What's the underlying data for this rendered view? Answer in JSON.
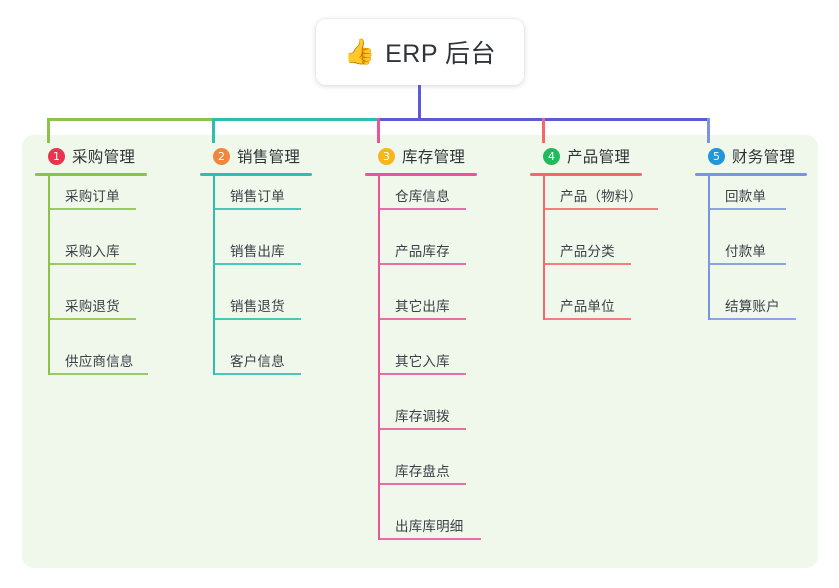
{
  "root": {
    "icon": "thumbs-up-icon",
    "icon_glyph": "👍",
    "title": "ERP 后台",
    "trunk_color": "#5b5bd6"
  },
  "panel": {
    "background": "#f0f8ec"
  },
  "columns": [
    {
      "index": "1",
      "badge_color": "#e8344e",
      "line_color": "#8bc34a",
      "title": "采购管理",
      "items": [
        {
          "label": "采购订单",
          "rule_width": 88
        },
        {
          "label": "采购入库",
          "rule_width": 88
        },
        {
          "label": "采购退货",
          "rule_width": 88
        },
        {
          "label": "供应商信息",
          "rule_width": 100
        }
      ]
    },
    {
      "index": "2",
      "badge_color": "#f0873c",
      "line_color": "#2bbfaf",
      "title": "销售管理",
      "items": [
        {
          "label": "销售订单",
          "rule_width": 88
        },
        {
          "label": "销售出库",
          "rule_width": 88
        },
        {
          "label": "销售退货",
          "rule_width": 88
        },
        {
          "label": "客户信息",
          "rule_width": 88
        }
      ]
    },
    {
      "index": "3",
      "badge_color": "#f5b71d",
      "line_color": "#e8559a",
      "title": "库存管理",
      "items": [
        {
          "label": "仓库信息",
          "rule_width": 88
        },
        {
          "label": "产品库存",
          "rule_width": 88
        },
        {
          "label": "其它出库",
          "rule_width": 88
        },
        {
          "label": "其它入库",
          "rule_width": 88
        },
        {
          "label": "库存调拨",
          "rule_width": 88
        },
        {
          "label": "库存盘点",
          "rule_width": 88
        },
        {
          "label": "出库库明细",
          "rule_width": 103
        }
      ]
    },
    {
      "index": "4",
      "badge_color": "#22bb5b",
      "line_color": "#f4676d",
      "title": "产品管理",
      "items": [
        {
          "label": "产品（物料）",
          "rule_width": 115
        },
        {
          "label": "产品分类",
          "rule_width": 88
        },
        {
          "label": "产品单位",
          "rule_width": 88
        }
      ]
    },
    {
      "index": "5",
      "badge_color": "#2196d8",
      "line_color": "#7a95e0",
      "title": "财务管理",
      "items": [
        {
          "label": "回款单",
          "rule_width": 78
        },
        {
          "label": "付款单",
          "rule_width": 78
        },
        {
          "label": "结算账户",
          "rule_width": 88
        }
      ]
    }
  ]
}
